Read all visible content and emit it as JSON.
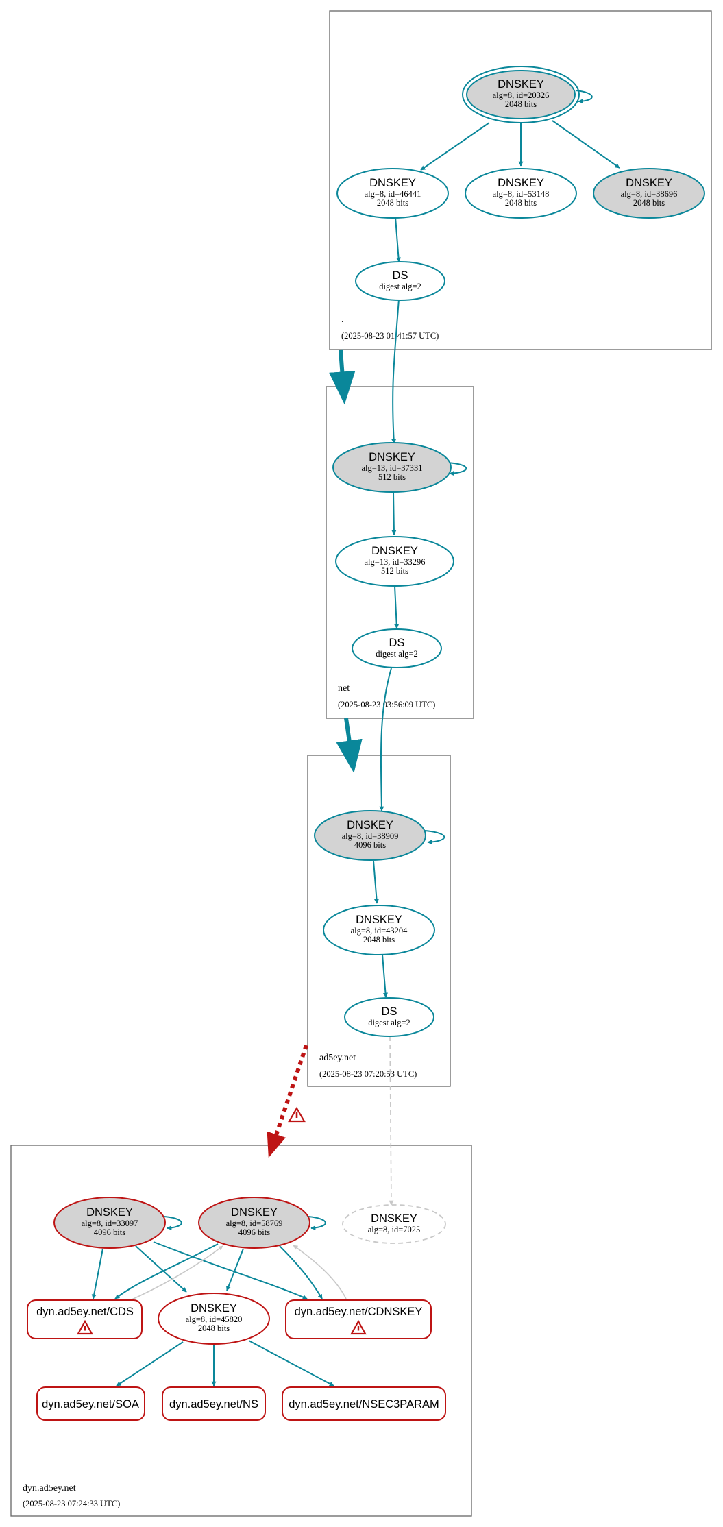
{
  "zones": {
    "root": {
      "label": ".",
      "timestamp": "(2025-08-23 01:41:57 UTC)"
    },
    "net": {
      "label": "net",
      "timestamp": "(2025-08-23 03:56:09 UTC)"
    },
    "ad5ey": {
      "label": "ad5ey.net",
      "timestamp": "(2025-08-23 07:20:53 UTC)"
    },
    "dyn": {
      "label": "dyn.ad5ey.net",
      "timestamp": "(2025-08-23 07:24:33 UTC)"
    }
  },
  "nodes": {
    "root_ksk": {
      "title": "DNSKEY",
      "line1": "alg=8, id=20326",
      "line2": "2048 bits"
    },
    "root_zsk1": {
      "title": "DNSKEY",
      "line1": "alg=8, id=46441",
      "line2": "2048 bits"
    },
    "root_zsk2": {
      "title": "DNSKEY",
      "line1": "alg=8, id=53148",
      "line2": "2048 bits"
    },
    "root_zsk3": {
      "title": "DNSKEY",
      "line1": "alg=8, id=38696",
      "line2": "2048 bits"
    },
    "root_ds": {
      "title": "DS",
      "line1": "digest alg=2"
    },
    "net_ksk": {
      "title": "DNSKEY",
      "line1": "alg=13, id=37331",
      "line2": "512 bits"
    },
    "net_zsk": {
      "title": "DNSKEY",
      "line1": "alg=13, id=33296",
      "line2": "512 bits"
    },
    "net_ds": {
      "title": "DS",
      "line1": "digest alg=2"
    },
    "ad5_ksk": {
      "title": "DNSKEY",
      "line1": "alg=8, id=38909",
      "line2": "4096 bits"
    },
    "ad5_zsk": {
      "title": "DNSKEY",
      "line1": "alg=8, id=43204",
      "line2": "2048 bits"
    },
    "ad5_ds": {
      "title": "DS",
      "line1": "digest alg=2"
    },
    "dyn_k1": {
      "title": "DNSKEY",
      "line1": "alg=8, id=33097",
      "line2": "4096 bits"
    },
    "dyn_k2": {
      "title": "DNSKEY",
      "line1": "alg=8, id=58769",
      "line2": "4096 bits"
    },
    "dyn_k3": {
      "title": "DNSKEY",
      "line1": "alg=8, id=7025"
    },
    "dyn_zsk": {
      "title": "DNSKEY",
      "line1": "alg=8, id=45820",
      "line2": "2048 bits"
    }
  },
  "rrsets": {
    "cds": "dyn.ad5ey.net/CDS",
    "cdnskey": "dyn.ad5ey.net/CDNSKEY",
    "soa": "dyn.ad5ey.net/SOA",
    "ns": "dyn.ad5ey.net/NS",
    "nsec3param": "dyn.ad5ey.net/NSEC3PARAM"
  },
  "colors": {
    "secure": "#0a879a",
    "bogus": "#be1414",
    "insecure": "#c8c8c8",
    "ksk_fill": "#d3d3d3",
    "zone_border": "#666666"
  },
  "icons": {
    "warning": "warning-triangle-icon"
  }
}
